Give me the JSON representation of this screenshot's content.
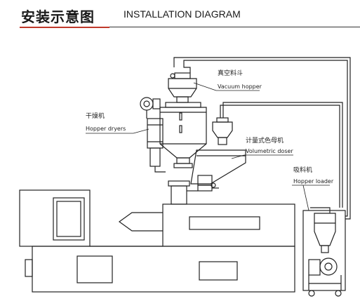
{
  "header": {
    "title_cn": "安装示意图",
    "title_en": "INSTALLATION DIAGRAM",
    "accent_color": "#c0392b"
  },
  "labels": {
    "vacuum_hopper_cn": "真空料斗",
    "vacuum_hopper_en": "Vacuum hopper",
    "hopper_dryers_cn": "干燥机",
    "hopper_dryers_en": "Hopper dryers",
    "volumetric_doser_cn": "计量式色母机",
    "volumetric_doser_en": "Volumetric doser",
    "hopper_loader_cn": "吸料机",
    "hopper_loader_en": "Hopper loader"
  }
}
